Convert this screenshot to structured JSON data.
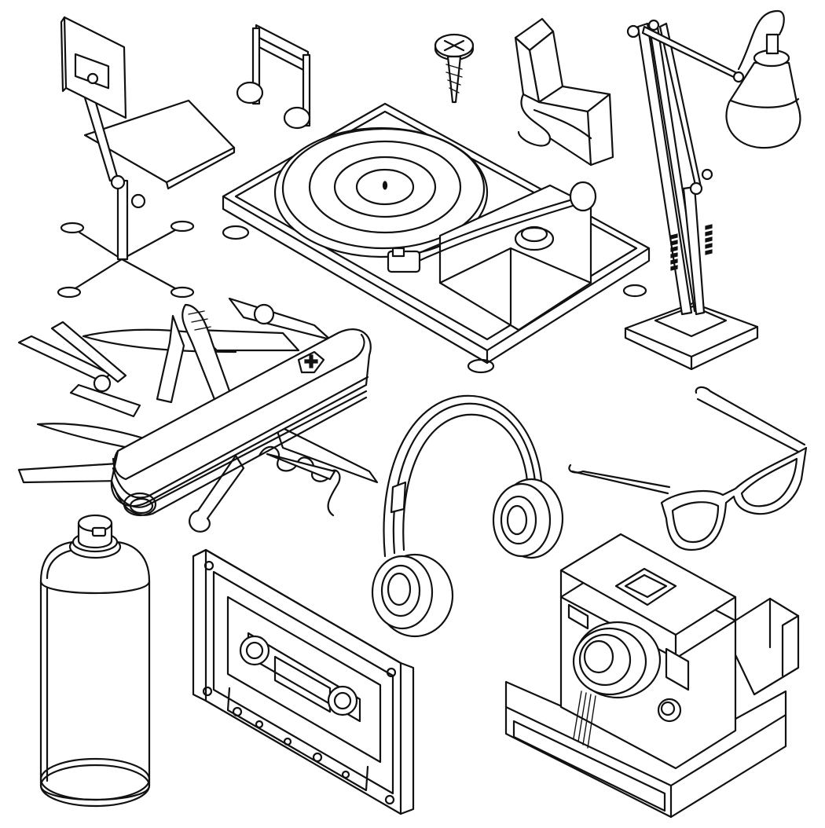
{
  "illustration": {
    "style": "isometric line art",
    "background": "#ffffff",
    "stroke_color": "#111111",
    "objects": [
      "office-chair",
      "music-note",
      "screw",
      "zigzag-chair",
      "record-player",
      "desk-lamp",
      "swiss-army-knife",
      "headphones",
      "sunglasses",
      "spray-can",
      "cassette-tape",
      "instant-camera"
    ]
  }
}
